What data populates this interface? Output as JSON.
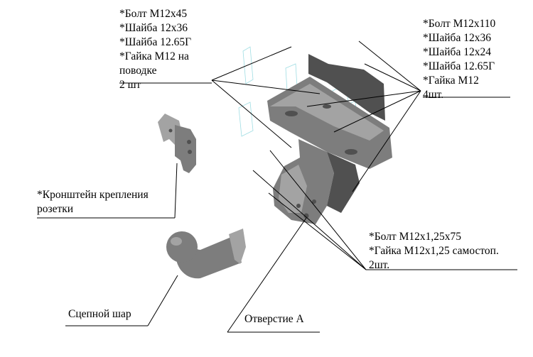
{
  "colors": {
    "part_fill": "#7d7d7d",
    "part_light": "#a3a3a3",
    "part_dark": "#505050",
    "ghost_hardware": "#9fdde3",
    "leader_line": "#000000"
  },
  "callouts": {
    "top_left": [
      "*Болт М12х45",
      "*Шайба 12х36",
      "*Шайба 12.65Г",
      "*Гайка М12  на",
      "поводке",
      "2 шт"
    ],
    "top_right": [
      "*Болт М12х110",
      "*Шайба 12х36",
      "*Шайба 12х24",
      "*Шайба 12.65Г",
      "*Гайка М12",
      "4шт."
    ],
    "bracket": [
      "*Кронштейн крепления",
      "розетки"
    ],
    "bottom_right": [
      "*Болт М12х1,25х75",
      "*Гайка М12х1,25 самостоп.",
      "2шт."
    ],
    "ball": "Сцепной шар",
    "hole": "Отверстие А"
  }
}
